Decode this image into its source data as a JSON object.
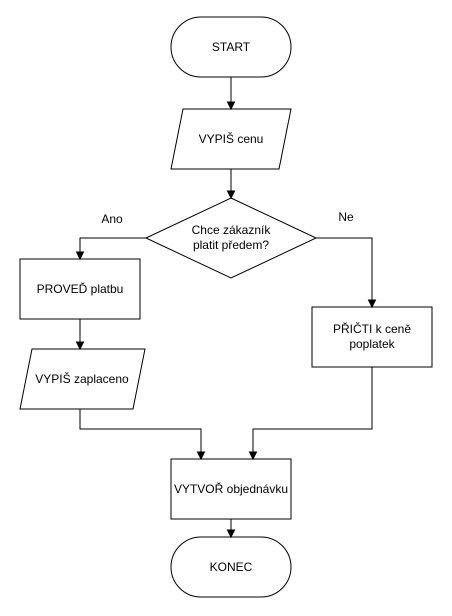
{
  "nodes": {
    "start": {
      "text": "START"
    },
    "print_price": {
      "text": "VYPIŠ cenu"
    },
    "decision": {
      "line1": "Chce zákazník",
      "line2": "platit předem?"
    },
    "pay": {
      "text": "PROVEĎ platbu"
    },
    "print_paid": {
      "text": "VYPIŠ zaplaceno"
    },
    "add_fee": {
      "line1": "PŘIČTI k ceně",
      "line2": "poplatek"
    },
    "create_order": {
      "text": "VYTVOŘ objednávku"
    },
    "end": {
      "text": "KONEC"
    }
  },
  "edges": {
    "yes_label": "Ano",
    "no_label": "Ne"
  }
}
